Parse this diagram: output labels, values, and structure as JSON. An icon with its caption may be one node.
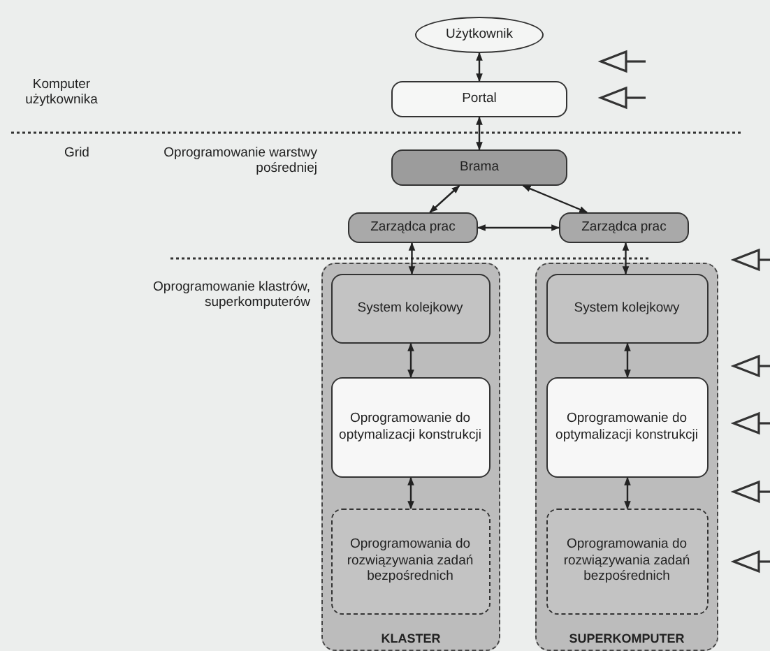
{
  "diagram": {
    "nodes": [
      {
        "text": [
          "Użytkownik"
        ]
      },
      {
        "text": [
          "Portal"
        ]
      },
      {
        "text": [
          "Brama"
        ]
      },
      {
        "text": [
          "Zarządca prac"
        ]
      },
      {
        "text": [
          "Zarządca prac"
        ]
      },
      {
        "text": [
          "KLASTER"
        ]
      },
      {
        "text": [
          "System kolejkowy"
        ],
        "in": 5
      },
      {
        "text": [
          "Oprogramowanie do optymalizacji konstrukcji"
        ],
        "in": 5
      },
      {
        "text": [
          "Oprogramowania do rozwiązywania zadań bezpośrednich"
        ],
        "in": 5
      },
      {
        "text": [
          "SUPERKOMPUTER"
        ]
      },
      {
        "text": [
          "System kolejkowy"
        ],
        "in": 9
      },
      {
        "text": [
          "Oprogramowanie do optymalizacji konstrukcji"
        ],
        "in": 9
      },
      {
        "text": [
          "Oprogramowania do rozwiązywania zadań bezpośrednich"
        ],
        "in": 9
      }
    ],
    "edges": [
      {
        "from": 0,
        "to": 1,
        "arrow": "both"
      },
      {
        "from": 1,
        "to": 2,
        "arrow": "both"
      },
      {
        "from": 2,
        "to": 3,
        "arrow": "both"
      },
      {
        "from": 2,
        "to": 4,
        "arrow": "both"
      },
      {
        "from": 3,
        "to": 4,
        "arrow": "both"
      },
      {
        "from": 3,
        "to": 6,
        "arrow": "both"
      },
      {
        "from": 4,
        "to": 10,
        "arrow": "both"
      },
      {
        "from": 6,
        "to": 7,
        "arrow": "both"
      },
      {
        "from": 7,
        "to": 8,
        "arrow": "both"
      },
      {
        "from": 10,
        "to": 11,
        "arrow": "both"
      },
      {
        "from": 11,
        "to": 12,
        "arrow": "both"
      }
    ],
    "labels": [
      "Komputer użytkownika",
      "Grid",
      "Oprogramowanie warstwy pośredniej",
      "Oprogramowanie klastrów, superkomputerów"
    ]
  }
}
